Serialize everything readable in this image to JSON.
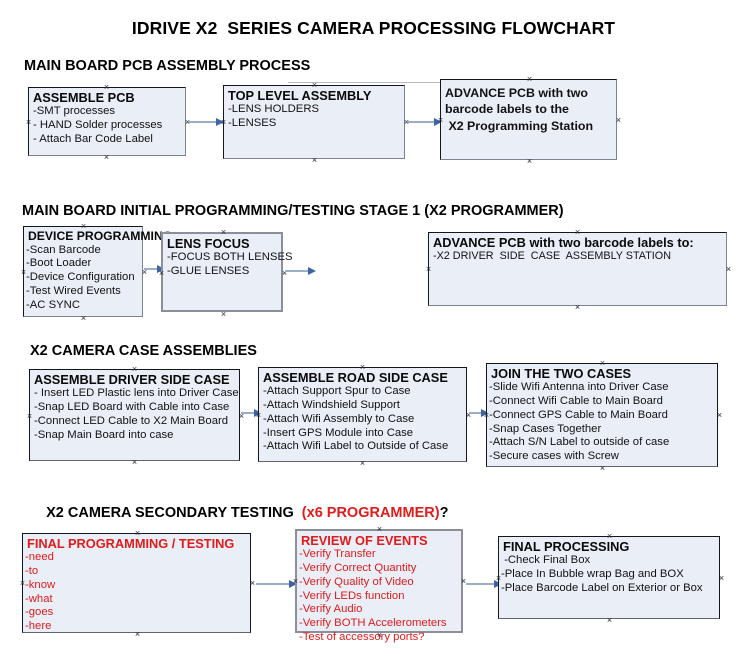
{
  "title": "IDRIVE X2  SERIES CAMERA PROCESSING FLOWCHART",
  "colors": {
    "box_fill": "#e9eef7",
    "box_border": "#13161c",
    "box_border_gray": "#8a8f99",
    "red_text": "#e01b1b",
    "arrow_line": "#9aafc6",
    "arrow_head": "#3f63a8",
    "text": "#000000",
    "background": "#ffffff"
  },
  "sections": [
    {
      "heading": "MAIN BOARD PCB ASSEMBLY PROCESS",
      "heading_suffix": "",
      "boxes": [
        {
          "title": "ASSEMBLE PCB",
          "lines": [
            "-SMT processes",
            "- HAND Solder processes",
            "- Attach Bar Code Label"
          ]
        },
        {
          "title": "TOP LEVEL ASSEMBLY",
          "lines": [
            "-LENS HOLDERS",
            "-LENSES"
          ]
        },
        {
          "title": "",
          "lines": [
            "ADVANCE PCB with two",
            "barcode labels to the",
            " X2 Programming Station"
          ]
        }
      ]
    },
    {
      "heading": "MAIN BOARD INITIAL PROGRAMMING/TESTING STAGE 1 (X2 PROGRAMMER)",
      "heading_suffix": "",
      "boxes": [
        {
          "title": "DEVICE PROGRAMMING",
          "lines": [
            "-Scan Barcode",
            "-Boot Loader",
            "-Device Configuration",
            "-Test Wired Events",
            "-AC SYNC"
          ]
        },
        {
          "title": "LENS FOCUS",
          "lines": [
            "-FOCUS BOTH LENSES",
            "-GLUE LENSES"
          ]
        },
        {
          "title": "ADVANCE PCB with two barcode labels to:",
          "lines": [
            "-X2 DRIVER  SIDE  CASE  ASSEMBLY STATION"
          ]
        }
      ]
    },
    {
      "heading": "X2 CAMERA CASE ASSEMBLIES",
      "heading_suffix": "",
      "boxes": [
        {
          "title": "ASSEMBLE DRIVER SIDE CASE",
          "lines": [
            "- Insert LED Plastic lens into Driver Case",
            "-Snap LED Board with Cable into Case",
            "-Connect LED Cable to X2 Main Board",
            "-Snap Main Board into case"
          ]
        },
        {
          "title": "ASSEMBLE ROAD SIDE CASE",
          "lines": [
            "-Attach Support Spur to Case",
            "-Attach Windshield Support",
            "-Attach Wifi Assembly to Case",
            "-Insert GPS Module into Case",
            "-Attach Wifi Label to Outside of Case"
          ]
        },
        {
          "title": "JOIN THE TWO CASES",
          "lines": [
            "-Slide Wifi Antenna into Driver Case",
            "-Connect Wifi Cable to Main Board",
            "-Connect GPS Cable to Main Board",
            "-Snap Cases Together",
            "-Attach S/N Label to outside of case",
            "-Secure cases with Screw"
          ]
        }
      ]
    },
    {
      "heading": "X2 CAMERA SECONDARY TESTING  ",
      "heading_red": "(x6 PROGRAMMER)",
      "heading_suffix": "?",
      "boxes": [
        {
          "title": "FINAL PROGRAMMING / TESTING",
          "lines": [
            "-need",
            "-to",
            "-know",
            "-what",
            "-goes",
            "-here"
          ]
        },
        {
          "title": "REVIEW OF EVENTS",
          "lines": [
            "-Verify Transfer",
            "-Verify Correct Quantity",
            "-Verify Quality of Video",
            "-Verify LEDs function",
            "-Verify Audio",
            "-Verify BOTH Accelerometers",
            "-Test of accessory ports?"
          ]
        },
        {
          "title": "FINAL PROCESSING",
          "lines": [
            " -Check Final Box",
            "-Place In Bubble wrap Bag and BOX",
            "-Place Barcode Label on Exterior or Box"
          ]
        }
      ]
    }
  ]
}
